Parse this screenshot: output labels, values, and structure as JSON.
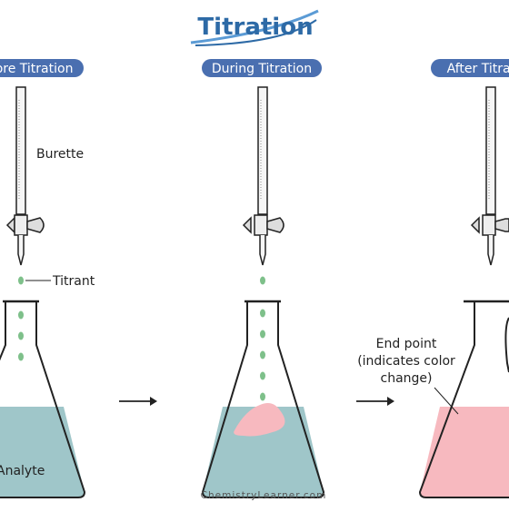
{
  "title": "Titration",
  "stages": [
    {
      "label": "Before Titration"
    },
    {
      "label": "During Titration"
    },
    {
      "label": "After Titration"
    }
  ],
  "labels": {
    "burette": "Burette",
    "titrant": "Titrant",
    "analyte": "Analyte",
    "end_point_line1": "End point",
    "end_point_line2": "(indicates color",
    "end_point_line3": "change)"
  },
  "footer": "ChemistryLearner.com",
  "colors": {
    "title_text": "#2d6aa6",
    "title_swoosh": "#5b9bd5",
    "banner_fill": "#4a6fb0",
    "banner_text": "#ffffff",
    "analyte_fill": "#9fc6c9",
    "pink_fill": "#f7b9bf",
    "drop_fill": "#7ec08a",
    "glass_stroke": "#222222",
    "arrow": "#222222"
  }
}
